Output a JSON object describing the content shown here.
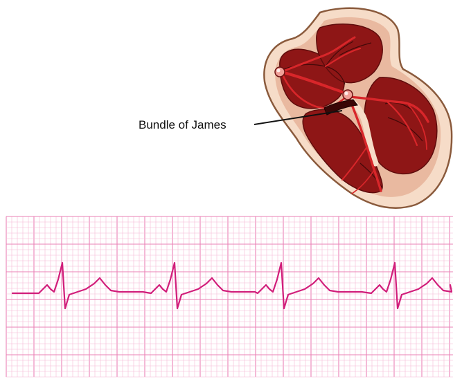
{
  "annotation": {
    "label": "Bundle of James"
  },
  "colors": {
    "background": "#ffffff",
    "heart_outer": "#f6dcc8",
    "heart_outline": "#8a5a3c",
    "chamber_fill": "#8e1616",
    "chamber_dark": "#5e0c0c",
    "conduction_path": "#d8262a",
    "node": "#f0a098",
    "leader_line": "#111111",
    "ecg_grid_minor": "#f6b8d6",
    "ecg_grid_major": "#ea82b6",
    "ecg_trace": "#d11d7a"
  },
  "icons": [
    "heart-diagram",
    "ecg-strip"
  ]
}
